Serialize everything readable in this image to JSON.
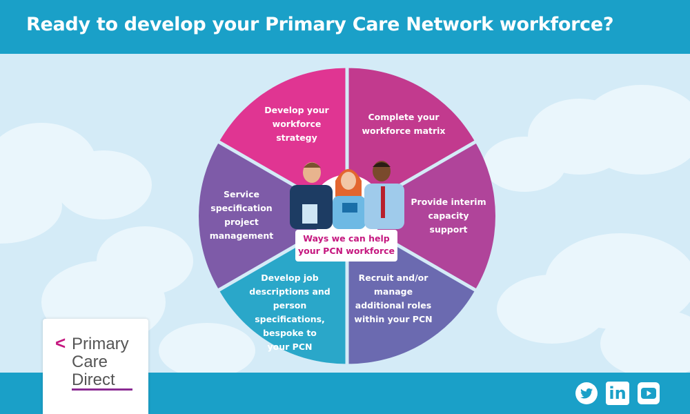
{
  "header": {
    "title": "Ready to develop your Primary Care Network workforce?"
  },
  "wheel": {
    "segments": [
      {
        "label": "Develop your\nworkforce\nstrategy",
        "color": "#c23a8e"
      },
      {
        "label": "Complete your\nworkforce matrix",
        "color": "#b0449a"
      },
      {
        "label": "Provide interim\ncapacity\nsupport",
        "color": "#6b6ab0"
      },
      {
        "label": "Recruit and/or\nmanage\nadditional roles\nwithin your PCN",
        "color": "#2aa7c9"
      },
      {
        "label": "Develop job\ndescriptions and\nperson specifications,\nbespoke to\nyour PCN",
        "color": "#7e5ba8"
      },
      {
        "label": "Service\nspecification\nproject\nmanagement",
        "color": "#e03592"
      }
    ],
    "center_line1": "Ways we can help",
    "center_line2": "your PCN workforce"
  },
  "logo": {
    "chevron": "<",
    "line1": "Primary",
    "line2": "Care",
    "line3": "Direct",
    "accent": "#c5177f"
  },
  "social": {
    "icons": [
      "twitter-icon",
      "linkedin-icon",
      "youtube-icon"
    ],
    "linkedin_text": "in"
  },
  "colors": {
    "header": "#1aa0c8",
    "sky": "#d4ebf7"
  }
}
